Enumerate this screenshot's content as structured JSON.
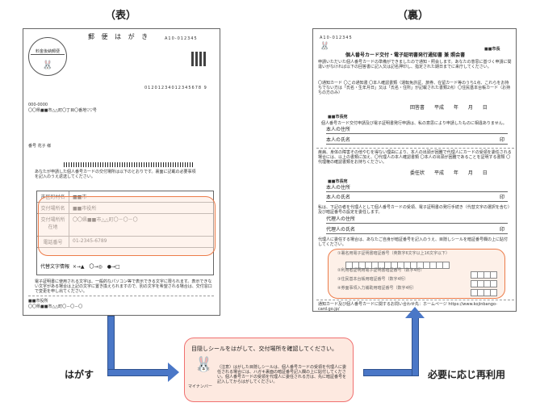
{
  "front": {
    "heading": "（表）",
    "postcard_title": "郵 便 は が き",
    "serial": "A10-012345",
    "stamp_text": "料金後納郵便",
    "barcode_number": "01201234012345678 9",
    "postal_code": "000-0000",
    "address": "〇〇県■■市△△町〇丁目〇番地▽▽号",
    "recipient": "番号 花子 様",
    "notice": "あなたが申請した個人番号カードの交付場所は以下のとおりです。裏面に記載の必要事項を記入のうえ返送してください。",
    "table": [
      {
        "k": "市区町村名",
        "v": "■■市"
      },
      {
        "k": "交付場所名",
        "v": "■■市役所"
      },
      {
        "k": "交付場所所在地",
        "v": "〇〇県■■市△△町〇－〇－〇"
      },
      {
        "k": "電話番号",
        "v": "01-2345-6789"
      }
    ],
    "substitute_label": "代替文字情報",
    "substitute_value": "×→▲　〇→◎　●→□",
    "footnote": "電子証明書に使用される文字は、一般的なパソコン等で表示できる文字に限られます。表示できない文字がある場合は上記の文字に置き換えられますので、別の文字を希望される場合は、交付窓口で変更を申し出てください。",
    "sender_name": "■■市役所",
    "sender_address": "〇〇県■■市△△町〇－〇－〇"
  },
  "back": {
    "heading": "（裏）",
    "serial": "A10-012345",
    "mayor": "■■市長",
    "title": "個人番号カード交付・電子証明書発行通知書 兼 照会書",
    "intro": "申請いただいた個人番号カードの準備ができましたので通知・照会します。あなたの意思に基づく申請に間違いがなければ以下の回答書に記入又は記名押印し、指定された期日までに来庁してください。",
    "checklist": "〇通知カード 〇この通知書 〇本人確認書類（運転免許証、旅券、在留カード等のうち1点、これらをお持ちでない方は「氏名・生年月日」又は「氏名・住所」が記載された書類2点）〇住民基本台帳カード（お持ちの方のみ）",
    "reply_label": "回答書",
    "era": "平成",
    "year": "年",
    "month": "月",
    "day": "日",
    "addressee": "■■市長宛",
    "reply_text": "個人番号カード交付申請及び電子証明書発行申請は、私の意思により申請したものに相違ありません。",
    "person_address": "本人の住所",
    "person_name": "本人の氏名",
    "seal": "印",
    "proxy_notice": "疾病、身体の障害その他やむを得ない理由により、本人の出頭が困難で代理人にカードの受領を委任される場合には、以上の書類に加え、〇代理人の本人確認書類 〇本人の出頭が困難であることを証明する書類 〇代理権の確認書類をお持ちください。",
    "proxy_form_label": "委任状",
    "proxy_addressee": "■■市長宛",
    "proxy_text": "私は、下記の者を代理人として個人番号カードの受領、電子証明書の発行手続き（代替文字の選択を含む）及び暗証番号の設定を委任します。",
    "agent_address": "代理人の住所",
    "agent_name": "代理人の氏名",
    "pin_notice": "代理人に委任する場合は、あなたご自身が暗証番号を記入のうえ、目隠しシールを暗証番号欄の上に貼付してください。",
    "pins": [
      {
        "label": "①署名用電子証明書暗証番号（英数字6文字以上16文字以下）",
        "boxes": 16
      },
      {
        "label": "②利用者証明用電子証明書暗証番号（数字4桁）",
        "boxes": 4
      },
      {
        "label": "③住民基本台帳用暗証番号（数字4桁）",
        "boxes": 4
      },
      {
        "label": "④券面事項入力補助用暗証番号（数字4桁）",
        "boxes": 4
      }
    ],
    "footer": "通知カード及び個人番号カードに関するお問い合わせ先：ホームページ https://www.kojinbango-card.go.jp/"
  },
  "steps": {
    "peel_label": "はがす",
    "reuse_label": "必要に応じ再利用"
  },
  "callout": {
    "title": "目隠しシールをはがして、交付場所を確認してください。",
    "note": "（注意）はがした目隠しシールは、個人番号カードの受領を代理人に委任される場合には、ハガキ裏面の暗証番号記入欄の上に貼付してください。個人番号カードの受領を代理人に委任される方は、先に暗証番号を記入してからはがしてください。",
    "mascot_name": "マイナンバー"
  },
  "colors": {
    "arrow": "#4a77c7",
    "highlight_border": "#ec7c4a",
    "callout_border": "#f07070",
    "callout_fill": "#fde9e0"
  }
}
